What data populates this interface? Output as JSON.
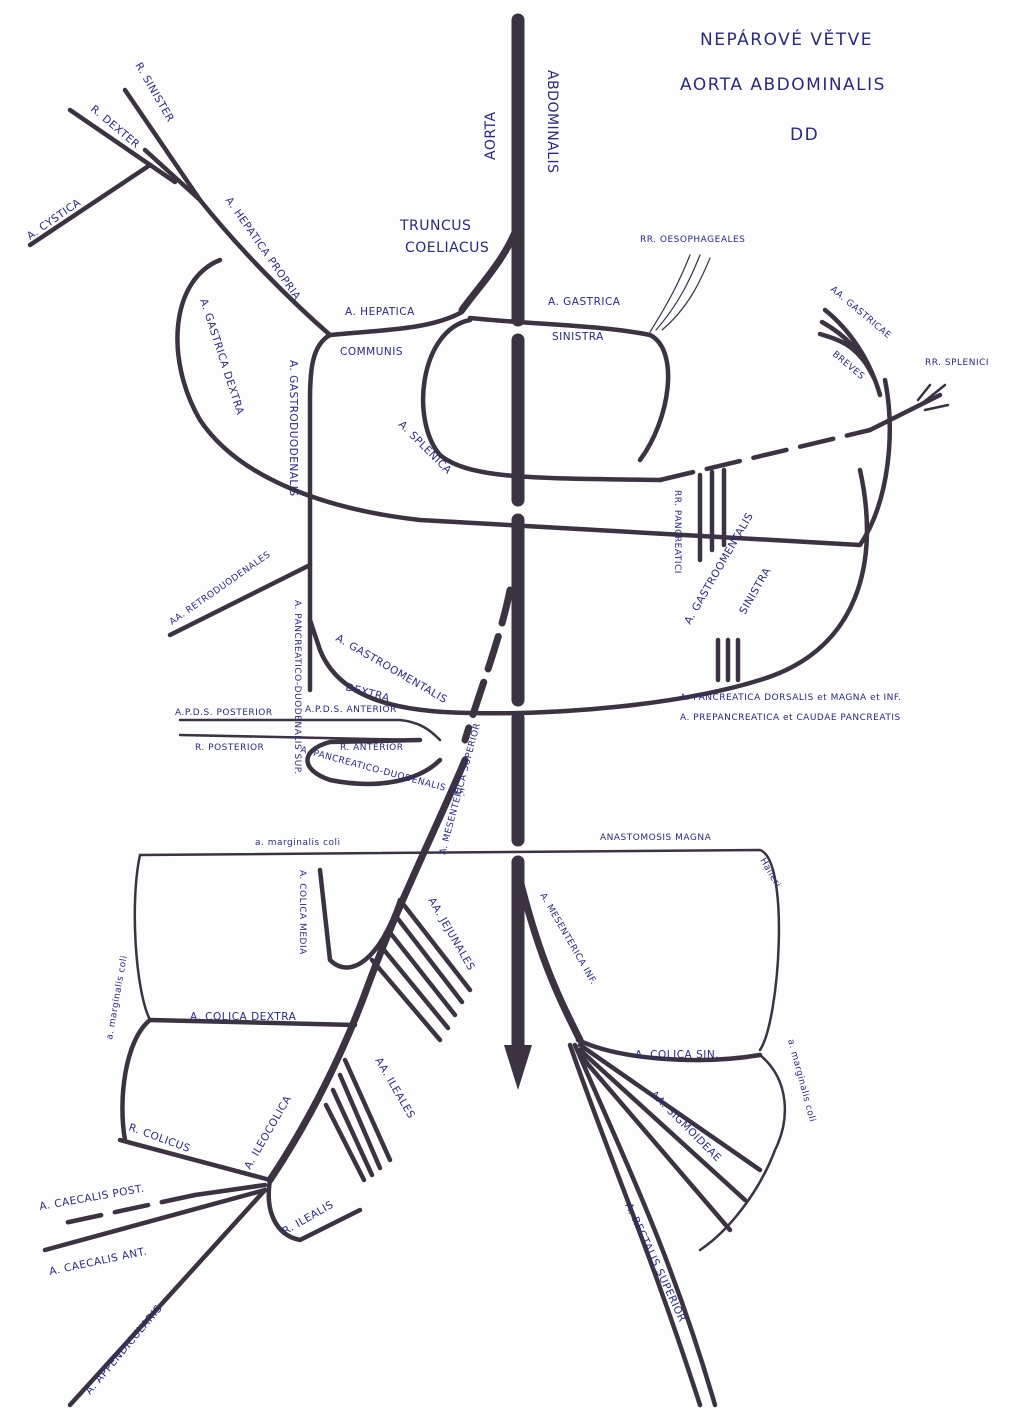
{
  "title": {
    "line1": "NEPÁROVÉ VĚTVE",
    "line2": "AORTA ABDOMINALIS",
    "initials": "DD"
  },
  "labels": {
    "aorta": "AORTA",
    "abdominalis": "ABDOMINALIS",
    "truncus": "TRUNCUS",
    "coeliacus": "COELIACUS",
    "r_sinister": "R. SINISTER",
    "r_dexter": "R. DEXTER",
    "a_cystica": "A. CYSTICA",
    "hepatica_propria": "A. HEPATICA PROPRIA",
    "gastrica_dextra": "A. GASTRICA DEXTRA",
    "hepatica": "A. HEPATICA",
    "communis": "COMMUNIS",
    "gastroduodenalis": "A. GASTRODUODENALIS",
    "gastrica": "A. GASTRICA",
    "sinistra": "SINISTRA",
    "rr_oesophageales": "RR. OESOPHAGEALES",
    "aa_gastricae": "AA. GASTRICAE",
    "breves": "BREVES",
    "rr_splenici": "RR. SPLENICI",
    "splenica": "A. SPLENICA",
    "rr_pancreatici": "RR. PANCREATICI",
    "gastroomentalis_sin": "A. GASTROOMENTALIS",
    "sinistra2": "SINISTRA",
    "retroduodenales": "AA. RETRODUODENALES",
    "pancreatico_duod_sup": "A. PANCREATICO-DUODENALIS SUP.",
    "gastroomentalis_dex": "A. GASTROOMENTALIS",
    "dextra": "DEXTRA",
    "pancreatica_dorsalis": "A. PANCREATICA DORSALIS et MAGNA et INF.",
    "prepancreatica": "A. PREPANCREATICA et CAUDAE PANCREATIS",
    "apds_posterior": "A.P.D.S. POSTERIOR",
    "apds_anterior": "A.P.D.S. ANTERIOR",
    "r_posterior": "R. POSTERIOR",
    "r_anterior": "R. ANTERIOR",
    "pancreatico_inf": "A. PANCREATICO-DUODENALIS INF.",
    "mesenterica_sup": "A. MESENTERICA SUPERIOR",
    "marginalis_coli_top": "a. marginalis coli",
    "anastomosis": "ANASTOMOSIS MAGNA",
    "halleri": "Halleri",
    "colica_media": "A. COLICA MEDIA",
    "aa_jejunales": "AA. JEJUNALES",
    "marginalis_coli_left": "a. marginalis coli",
    "colica_dextra": "A. COLICA DEXTRA",
    "mesenterica_inf": "A. MESENTERICA INF.",
    "marginalis_coli_right": "a. marginalis coli",
    "colica_sin": "A. COLICA SIN.",
    "aa_ileales": "AA. ILEALES",
    "sigmoideae": "AA. SIGMOIDEAE",
    "r_colicus": "R. COLICUS",
    "ileocolica": "A. ILEOCOLICA",
    "caecalis_post": "A. CAECALIS POST.",
    "r_ilealis": "R. ILEALIS",
    "caecalis_ant": "A. CAECALIS ANT.",
    "appendicularis": "A. APPENDICULARIS",
    "rectalis_superior": "A. RECTALIS SUPERIOR"
  },
  "colors": {
    "ink": "#3b3242",
    "text": "#2a2a7a"
  }
}
